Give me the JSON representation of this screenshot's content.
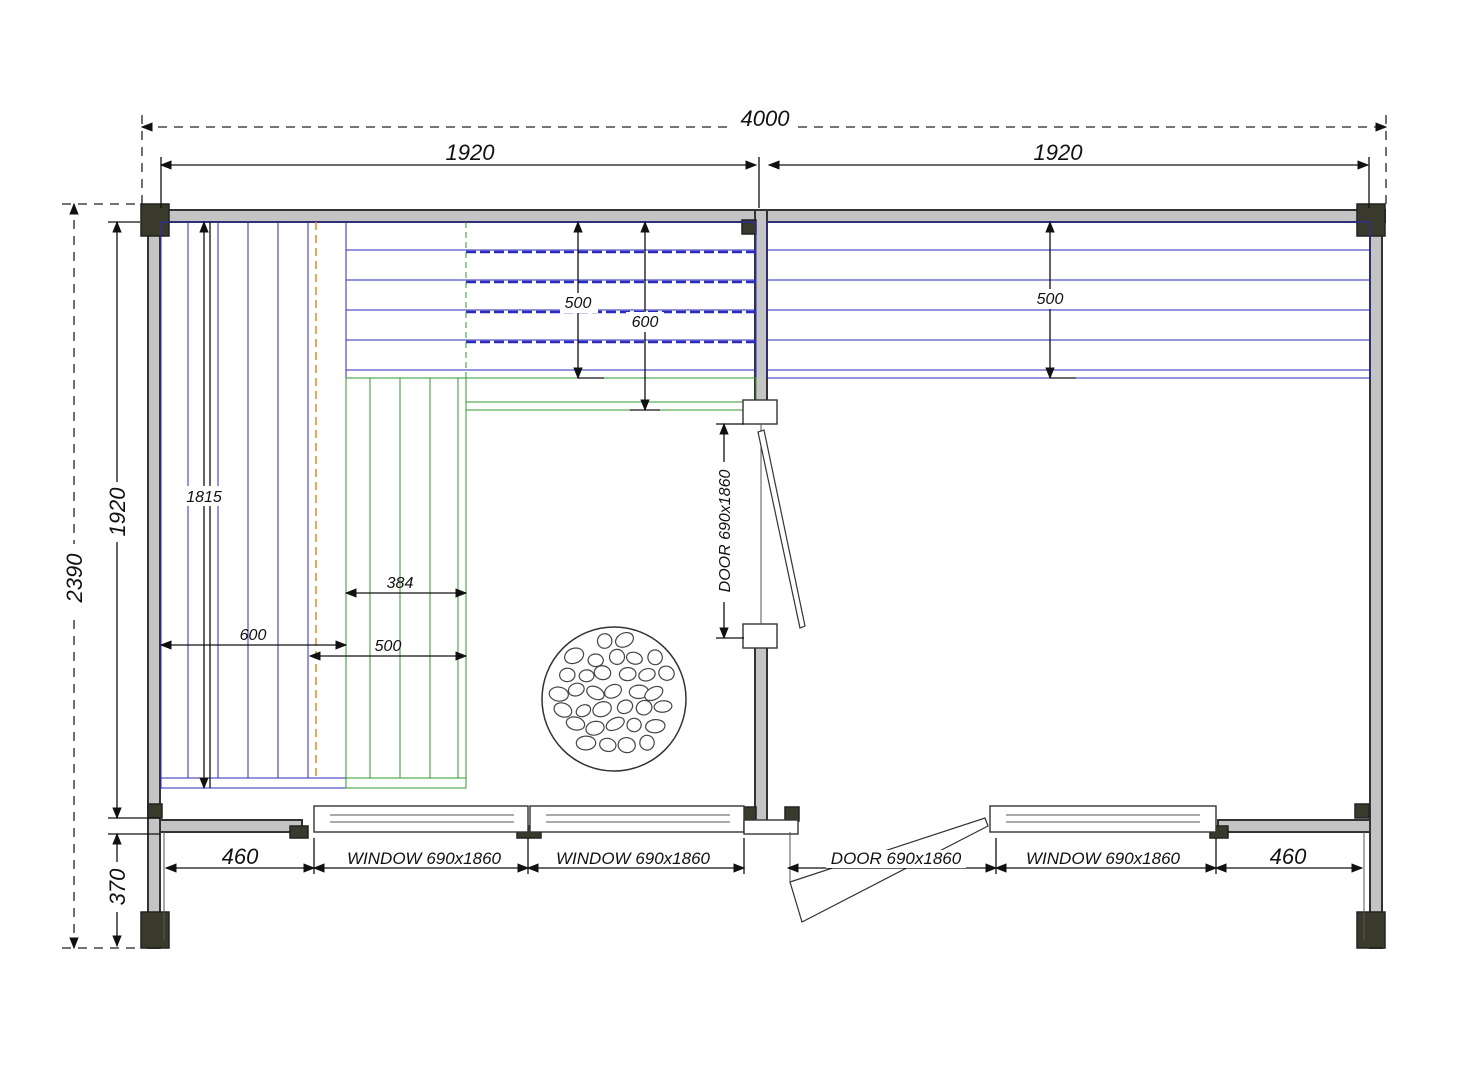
{
  "plan": {
    "overall_width": "4000",
    "left_room_width": "1920",
    "right_room_width": "1920",
    "overall_depth": "2390",
    "room_depth": "1920",
    "porch_depth": "370",
    "bench_length": "1815",
    "upper_bench_depth_left": "500",
    "upper_bench_span": "600",
    "upper_bench_depth_right": "500",
    "lower_bench_width": "384",
    "lower_bench_depth": "500",
    "side_bench_depth": "600",
    "interior_door": "DOOR 690x1860",
    "porch_left": "460",
    "window_1": "WINDOW 690x1860",
    "window_2": "WINDOW 690x1860",
    "entry_door": "DOOR 690x1860",
    "window_3": "WINDOW 690x1860",
    "porch_right": "460"
  },
  "colors": {
    "wall": "#c4c4c4",
    "post": "#3a3a2c",
    "bench_blue": "#2b2bbd",
    "bench_green": "#2f9a2f",
    "separator_orange": "#e08a2a"
  }
}
